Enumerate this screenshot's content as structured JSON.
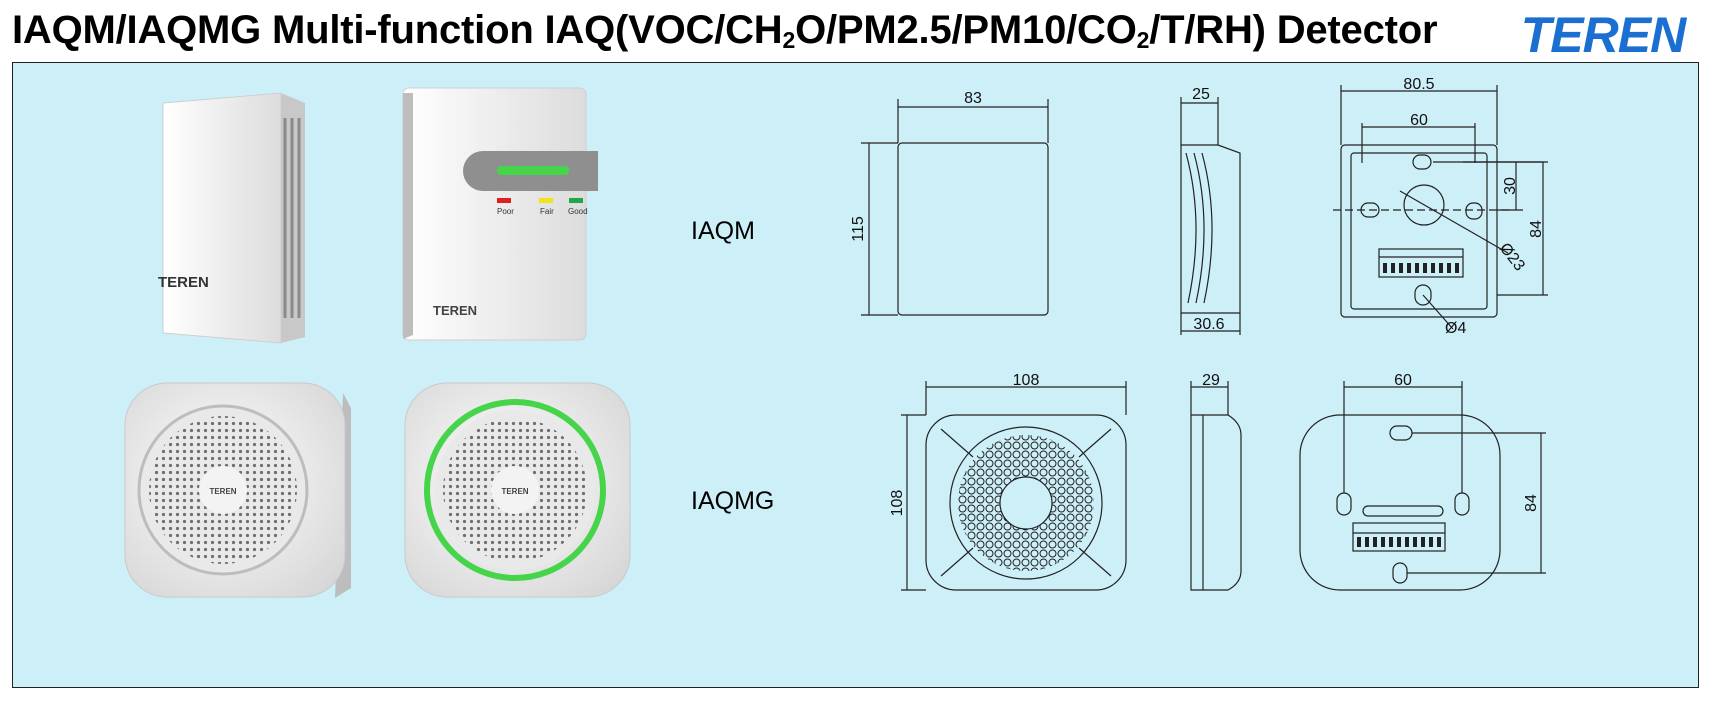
{
  "title": {
    "part1": "IAQM/IAQMG Multi-function IAQ(VOC/CH",
    "sub1": "2",
    "part2": "O/PM2.5/PM10/CO",
    "sub2": "2",
    "part3": "/T/RH) Detector"
  },
  "logo_text": "TEREN",
  "colors": {
    "panel": "#cdeff8",
    "logo": "#1b6fd1",
    "led_green": "#45d44a",
    "poor": "#e02020",
    "fair": "#f2e21c",
    "good": "#1fa845"
  },
  "iaqm": {
    "label": "IAQM",
    "device_logo": "TEREN",
    "indicators": {
      "poor": "Poor",
      "fair": "Fair",
      "good": "Good"
    },
    "dims": {
      "front_width": "83",
      "front_height": "115",
      "side_top": "25",
      "side_bottom": "30.6",
      "back_width": "80.5",
      "back_hole_spacing": "60",
      "back_vertical_offset": "30",
      "back_height": "84",
      "back_center_hole": "Ø23",
      "back_small_hole": "Ø4"
    }
  },
  "iaqmg": {
    "label": "IAQMG",
    "device_logo": "TEREN",
    "dims": {
      "front_width": "108",
      "front_height": "108",
      "side_depth": "29",
      "back_hole_spacing": "60",
      "back_height": "84"
    }
  }
}
